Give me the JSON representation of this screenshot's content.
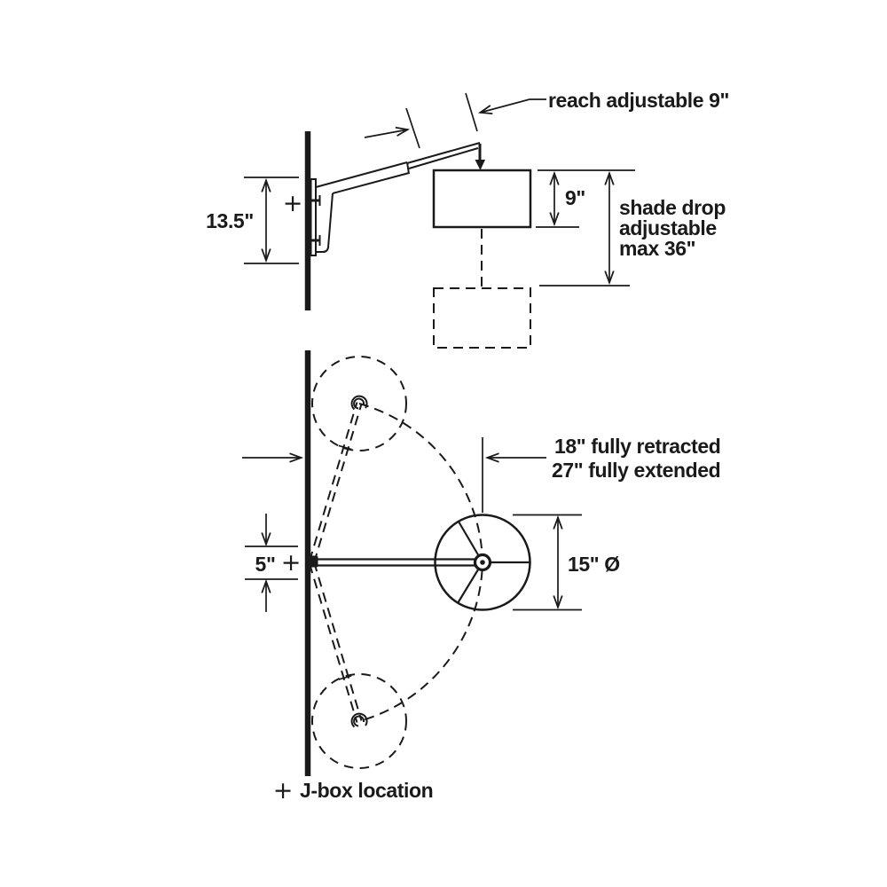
{
  "colors": {
    "ink": "#1a1a1a",
    "background": "#ffffff"
  },
  "side_view": {
    "reach_label": "reach adjustable 9\"",
    "mount_height_label": "13.5\"",
    "shade_height_label": "9\"",
    "shade_drop_line1": "shade drop",
    "shade_drop_line2": "adjustable",
    "shade_drop_line3": "max 36\"",
    "jbox_marker": "+"
  },
  "plan_view": {
    "retracted_label": "18\" fully retracted",
    "extended_label": "27\" fully extended",
    "shade_diameter_label": "15\" Ø",
    "backplate_label": "5\"",
    "jbox_marker": "+"
  },
  "legend": {
    "marker": "+",
    "label": "J-box location"
  }
}
